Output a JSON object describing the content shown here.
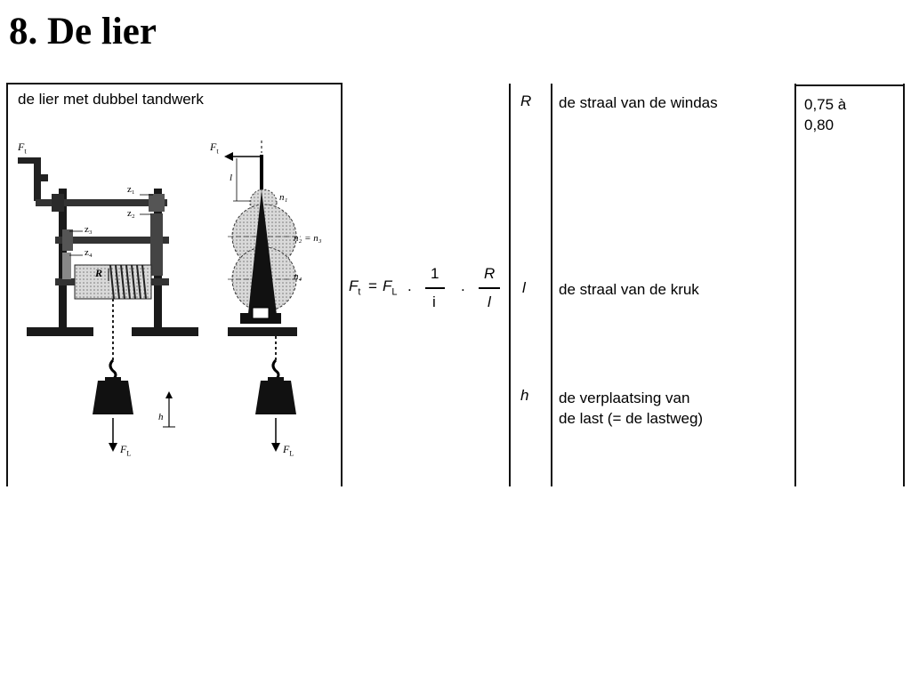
{
  "slide": {
    "title": "8. De lier"
  },
  "figure": {
    "caption": "de lier met dubbel tandwerk",
    "labels": {
      "ft": "F",
      "ft_sub": "t",
      "fl": "F",
      "fl_sub": "L",
      "z1": "z₁",
      "z2": "z₂",
      "z3": "z₃",
      "z4": "z₄",
      "R": "R",
      "h": "h",
      "l": "l",
      "n1": "n₁",
      "n2n3": "n₂ = n₃",
      "n4": "n₄"
    }
  },
  "formula": {
    "lhs": "F",
    "lhs_sub": "t",
    "eq": "=",
    "fl": "F",
    "fl_sub": "L",
    "dot": ".",
    "frac1_num": "1",
    "frac1_den": "i",
    "frac2_num": "R",
    "frac2_den": "l"
  },
  "legend": [
    {
      "symbol": "R",
      "description": "de straal van de windas",
      "value_line1": "0,75 à",
      "value_line2": "0,80"
    },
    {
      "symbol": "l",
      "description": "de straal van de kruk"
    },
    {
      "symbol": "h",
      "description_line1": "de verplaatsing van",
      "description_line2": "de last (= de lastweg)"
    }
  ]
}
